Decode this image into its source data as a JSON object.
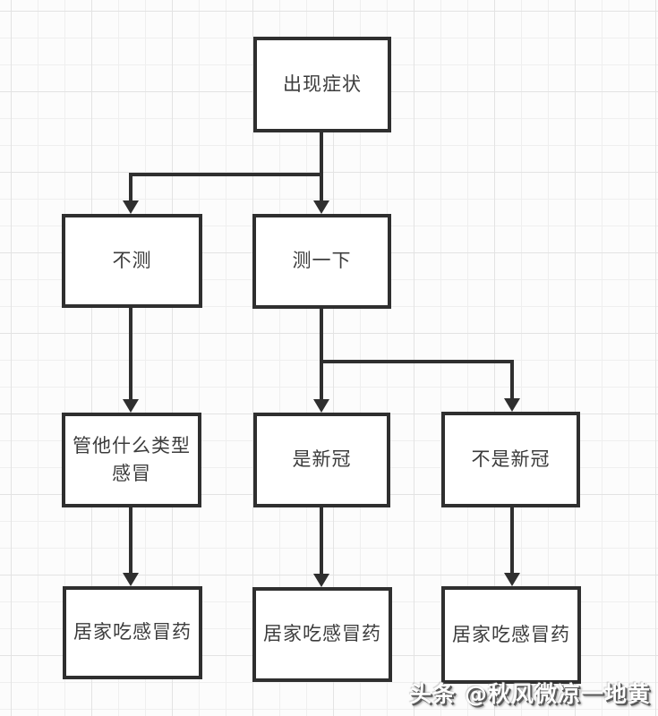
{
  "diagram": {
    "type": "flowchart",
    "nodes": [
      {
        "id": "symptoms",
        "label": "出现症状"
      },
      {
        "id": "no-test",
        "label": "不测"
      },
      {
        "id": "test",
        "label": "测一下"
      },
      {
        "id": "any-cold",
        "label": "管他什么类型\n感冒"
      },
      {
        "id": "is-covid",
        "label": "是新冠"
      },
      {
        "id": "not-covid",
        "label": "不是新冠"
      },
      {
        "id": "home-meds-left",
        "label": "居家吃感冒药"
      },
      {
        "id": "home-meds-middle",
        "label": "居家吃感冒药"
      },
      {
        "id": "home-meds-right",
        "label": "居家吃感冒药"
      }
    ],
    "edges": [
      {
        "from": "symptoms",
        "to": "no-test"
      },
      {
        "from": "symptoms",
        "to": "test"
      },
      {
        "from": "no-test",
        "to": "any-cold"
      },
      {
        "from": "test",
        "to": "is-covid"
      },
      {
        "from": "test",
        "to": "not-covid"
      },
      {
        "from": "any-cold",
        "to": "home-meds-left"
      },
      {
        "from": "is-covid",
        "to": "home-meds-middle"
      },
      {
        "from": "not-covid",
        "to": "home-meds-right"
      }
    ]
  },
  "watermark": {
    "text": "头条 @秋风微凉一地黄"
  },
  "colors": {
    "box_border": "#2f2f2f",
    "box_fill": "#ffffff",
    "box_text": "#3c3c3c",
    "arrow": "#2f2f2f",
    "grid_line": "#efefef",
    "grid_line_strong": "#e3e3e3",
    "background": "#fcfcfc",
    "watermark_text": "#ffffff",
    "watermark_shadow": "#5a5a5a"
  }
}
